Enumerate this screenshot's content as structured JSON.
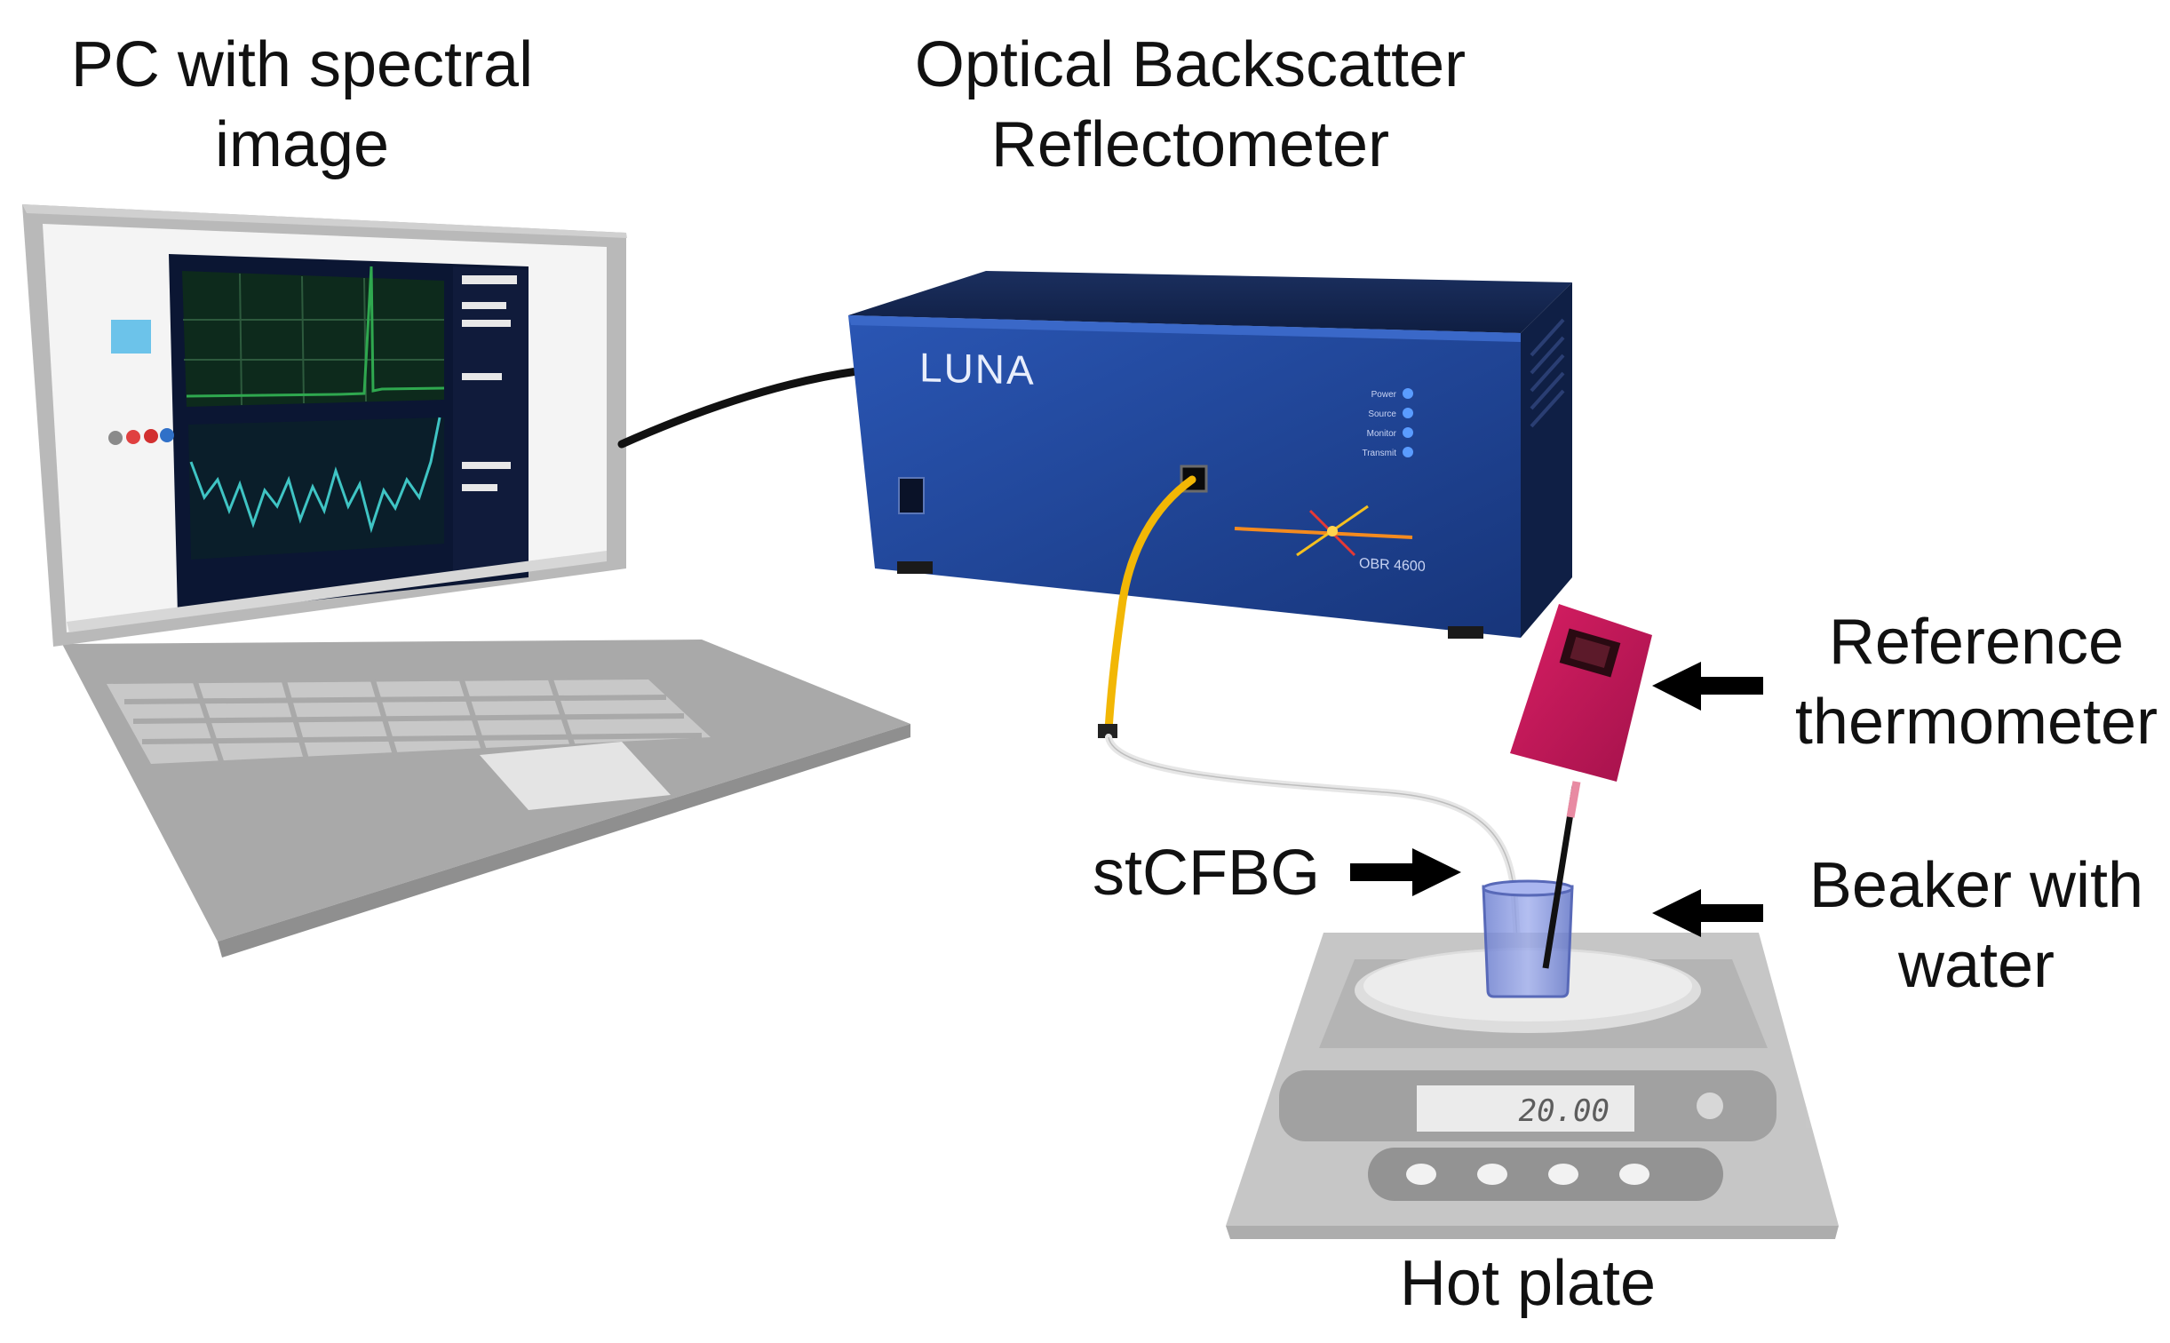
{
  "labels": {
    "pc_line1": "PC with spectral",
    "pc_line2": "image",
    "obr_line1": "Optical Backscatter",
    "obr_line2": "Reflectometer",
    "ref_line1": "Reference",
    "ref_line2": "thermometer",
    "beaker_line1": "Beaker with",
    "beaker_line2": "water",
    "fbg": "stCFBG",
    "hotplate": "Hot plate"
  },
  "device": {
    "brand": "LUNA",
    "model": "OBR 4600",
    "leds": [
      "Power",
      "Source",
      "Monitor",
      "Transmit"
    ]
  },
  "hotplate": {
    "display": "20.00"
  },
  "colors": {
    "obr_blue": "#1d3f8f",
    "fiber_yellow": "#f2b705",
    "thermometer": "#c2185b",
    "laptop_gray": "#a8a8a8",
    "beaker": "#7e8fd8",
    "plot_green": "#2fa84f",
    "plot_cyan": "#3fc4c4",
    "arrow": "#000000"
  }
}
